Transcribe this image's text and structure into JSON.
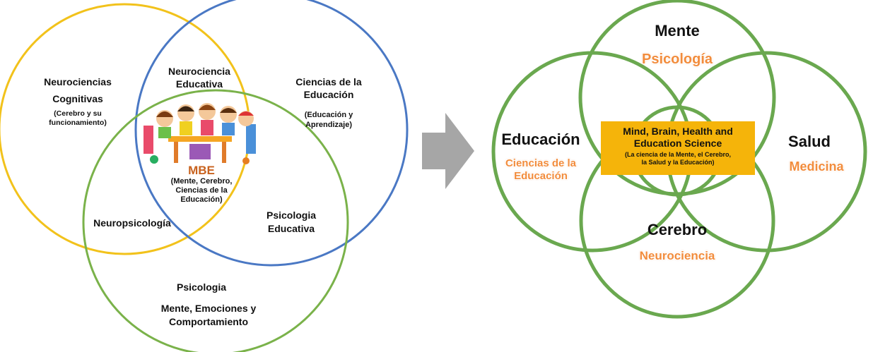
{
  "left_diagram": {
    "circle_yellow": {
      "title_line1": "Neurociencias",
      "title_line2": "Cognitivas",
      "sub_line1": "(Cerebro y su",
      "sub_line2": "funcionamiento)"
    },
    "circle_blue": {
      "title_line1": "Ciencias de la",
      "title_line2": "Educación",
      "sub_line1": "(Educación y",
      "sub_line2": "Aprendizaje)"
    },
    "circle_green": {
      "title": "Psicologia",
      "sub_line1": "Mente, Emociones y",
      "sub_line2": "Comportamiento"
    },
    "overlap_yellow_blue": {
      "line1": "Neurociencia",
      "line2": "Educativa"
    },
    "overlap_yellow_green": {
      "line1": "Neuropsicología"
    },
    "overlap_blue_green": {
      "line1": "Psicologia",
      "line2": "Educativa"
    },
    "center": {
      "title": "MBE",
      "line1": "(Mente, Cerebro,",
      "line2": "Ciencias de la",
      "line3": "Educación)"
    },
    "colors": {
      "yellow": "#f2c21b",
      "blue": "#4a78c4",
      "green": "#7ab24a",
      "mbe": "#c8621e"
    }
  },
  "arrow": {
    "color": "#a6a6a6",
    "icon": "right-arrow-icon"
  },
  "right_diagram": {
    "top": {
      "title": "Mente",
      "subtitle": "Psicología"
    },
    "left": {
      "title": "Educación",
      "sub_line1": "Ciencias de la",
      "sub_line2": "Educación"
    },
    "right": {
      "title": "Salud",
      "subtitle": "Medicina"
    },
    "bottom": {
      "title": "Cerebro",
      "subtitle": "Neurociencia"
    },
    "center": {
      "line1": "Mind, Brain, Health and",
      "line2": "Education Science",
      "sub_line1": "(La ciencia de la Mente, el Cerebro,",
      "sub_line2": "la Salud y la Educación)"
    },
    "colors": {
      "ring": "#6aa84f",
      "accent": "#f28c3c",
      "box": "#f5b40a"
    }
  }
}
